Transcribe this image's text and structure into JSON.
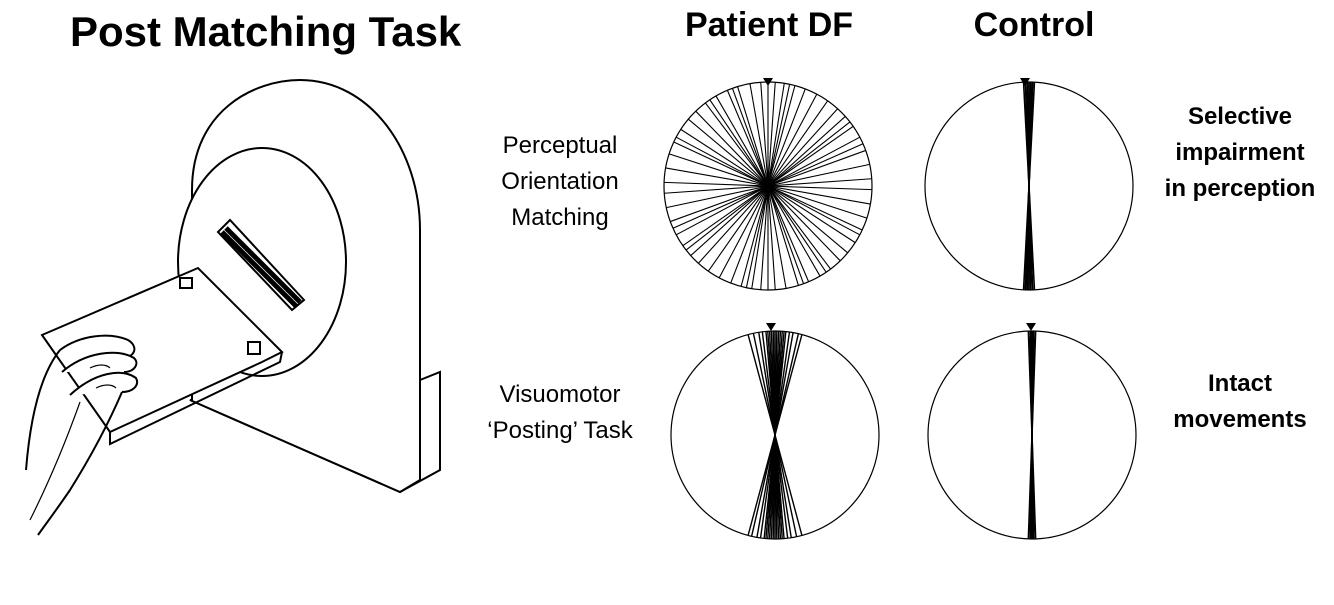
{
  "title": "Post Matching Task",
  "columns": [
    "Patient DF",
    "Control"
  ],
  "rows": [
    {
      "label_lines": [
        "Perceptual",
        "Orientation",
        "Matching"
      ]
    },
    {
      "label_lines": [
        "Visuomotor",
        "‘Posting’ Task"
      ]
    }
  ],
  "notes": [
    {
      "lines": [
        "Selective",
        "impairment",
        "in perception"
      ]
    },
    {
      "lines": [
        "Intact",
        "movements"
      ]
    }
  ],
  "illustration": {
    "subject": "hand posting a card through the slot of a rotating post apparatus",
    "icon": "post-apparatus-icon"
  },
  "orientation_plots": {
    "patient_perceptual_deg": [
      -88,
      -80,
      -72,
      -65,
      -57,
      -50,
      -44,
      -37,
      -30,
      -23,
      -17,
      -10,
      -4,
      0,
      4,
      9,
      15,
      21,
      28,
      35,
      42,
      48,
      55,
      62,
      70,
      78,
      86,
      -34,
      52,
      -62,
      12,
      -20,
      66
    ],
    "control_perceptual_deg": [
      -2,
      -1,
      0,
      0,
      1,
      1,
      2,
      3,
      -3,
      2,
      1,
      -1
    ],
    "patient_posting_deg": [
      -12,
      -9,
      -7,
      -5,
      -4,
      -3,
      -2,
      -1,
      0,
      0,
      1,
      2,
      3,
      4,
      5,
      6,
      8,
      10,
      13,
      -15,
      15
    ],
    "control_posting_deg": [
      -1,
      0,
      0,
      1,
      0,
      -1,
      1,
      2,
      -2,
      0
    ]
  }
}
